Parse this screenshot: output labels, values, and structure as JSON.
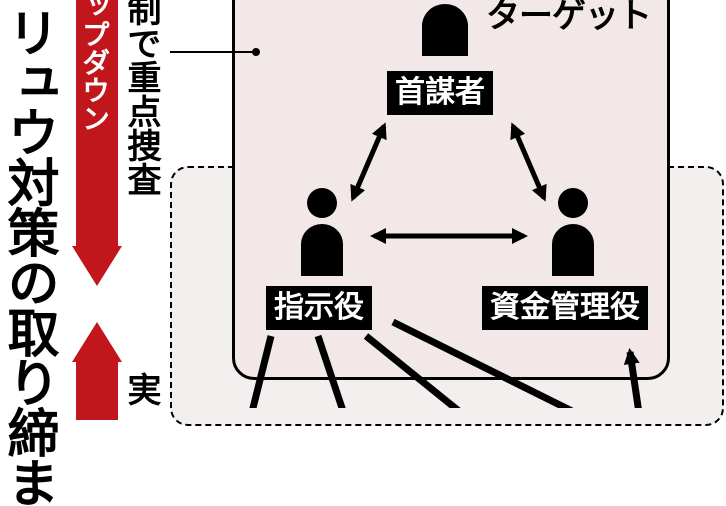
{
  "left_column": {
    "title": "リュウ対策の取り締ま",
    "red_arrow_top_text": "ップダウン",
    "mid_text": "制で重点捜査",
    "bottom_text": "実"
  },
  "diagram": {
    "target_label": "ターゲット",
    "leader": "首謀者",
    "commander": "指示役",
    "money_manager": "資金管理役"
  },
  "colors": {
    "red": "#c0161c",
    "box_fill": "#f2e8e8",
    "dashed_fill": "#f4efef",
    "ink": "#000000"
  }
}
